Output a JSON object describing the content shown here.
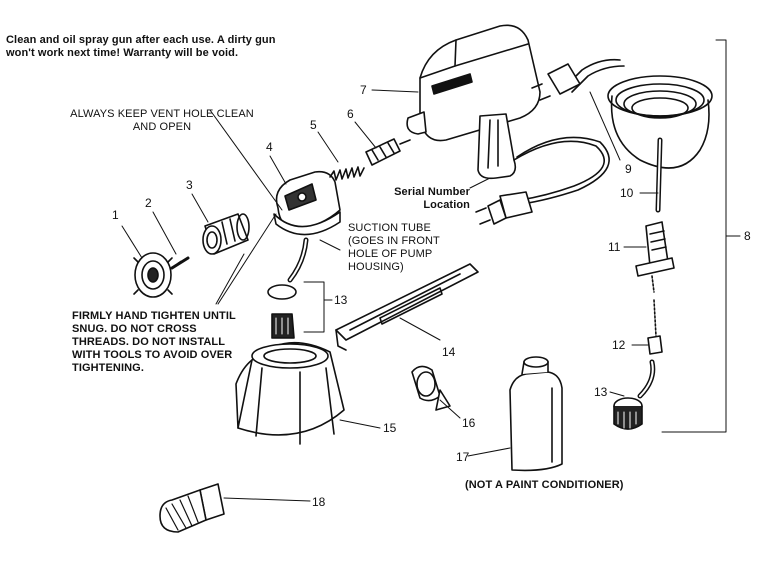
{
  "notes": {
    "warning": "Clean and oil spray gun after each use. A dirty gun won't work next time! Warranty will be void.",
    "vent": "ALWAYS KEEP VENT HOLE CLEAN AND OPEN",
    "suction": "SUCTION TUBE (GOES IN FRONT HOLE OF PUMP HOUSING)",
    "tighten": "FIRMLY HAND TIGHTEN UNTIL SNUG. DO NOT CROSS THREADS. DO NOT INSTALL WITH TOOLS TO AVOID OVER TIGHTENING.",
    "serial": "Serial Number Location",
    "conditioner": "(NOT A PAINT CONDITIONER)"
  },
  "part_numbers": [
    "1",
    "2",
    "3",
    "4",
    "5",
    "6",
    "7",
    "8",
    "9",
    "10",
    "11",
    "12",
    "13",
    "13",
    "14",
    "15",
    "16",
    "17",
    "18"
  ]
}
